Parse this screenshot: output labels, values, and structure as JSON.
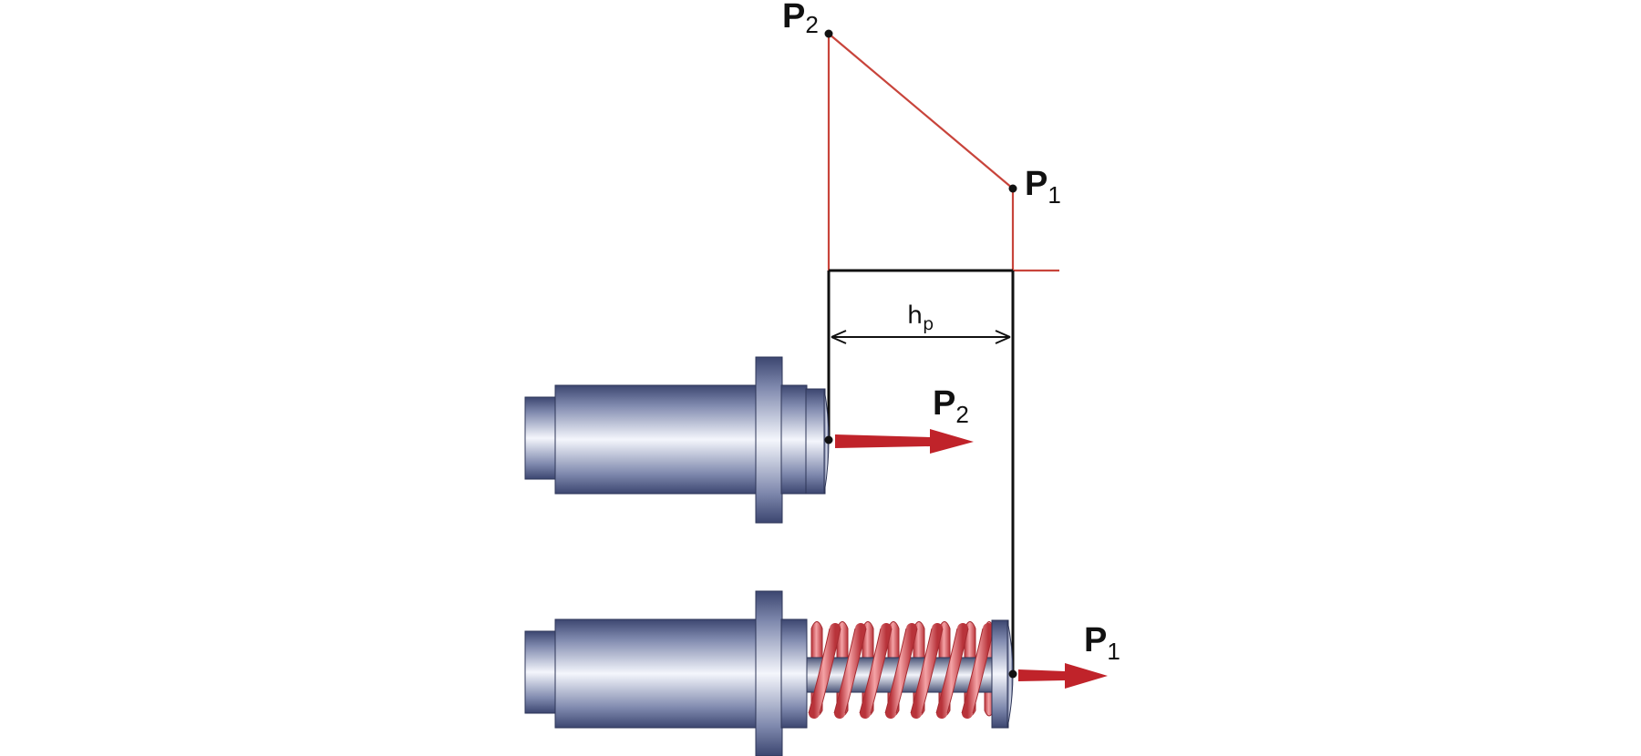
{
  "labels": {
    "force_letter": "P",
    "p1_sub": "1",
    "p2_sub": "2",
    "dim_letter": "h",
    "dim_sub": "p"
  },
  "colors": {
    "graph_line": "#c8443b",
    "outline": "#111111",
    "arrow": "#c0232a",
    "spring": "#d9565d",
    "metal_dark": "#3c4670",
    "metal_light": "#f4f6fc"
  },
  "icons": {
    "compressed_cylinder": "gas-spring-compressed-icon",
    "extended_cylinder": "gas-spring-extended-icon",
    "force_arrow": "arrow-right-icon",
    "dimension_arrow": "double-arrow-icon"
  }
}
